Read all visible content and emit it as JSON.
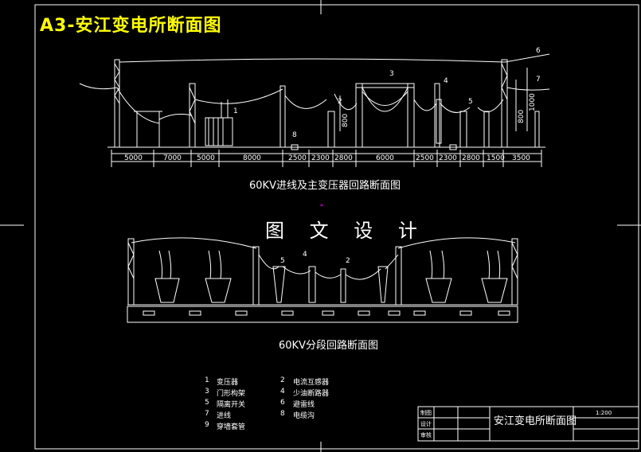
{
  "title": "A3-安江变电所断面图",
  "watermark": "图 文 设 计",
  "section1": {
    "caption": "60KV进线及主变压器回路断面图",
    "dimensions": [
      "5000",
      "7000",
      "5000",
      "8000",
      "2500",
      "2300",
      "2800",
      "6000",
      "2500",
      "2300",
      "2800",
      "1500",
      "3500"
    ],
    "heights": [
      "800",
      "800",
      "1000"
    ],
    "callouts": [
      "1",
      "2",
      "3",
      "4",
      "5",
      "6",
      "7",
      "8"
    ]
  },
  "section2": {
    "caption": "60KV分段回路断面图",
    "callouts": [
      "5",
      "4",
      "2"
    ]
  },
  "legend": [
    {
      "num": "1",
      "label": "变压器"
    },
    {
      "num": "2",
      "label": "电流互感器"
    },
    {
      "num": "3",
      "label": "门形构架"
    },
    {
      "num": "4",
      "label": "少油断路器"
    },
    {
      "num": "5",
      "label": "隔离开关"
    },
    {
      "num": "6",
      "label": "避雷线"
    },
    {
      "num": "7",
      "label": "进线"
    },
    {
      "num": "8",
      "label": "电缆沟"
    },
    {
      "num": "9",
      "label": "穿墙套管"
    }
  ],
  "title_block": {
    "name": "安江变电所断面图",
    "scale": "1:200",
    "rows": [
      "制图",
      "设计",
      "审核"
    ]
  },
  "colors": {
    "background": "#000000",
    "title": "#ffff00",
    "line": "#ffffff",
    "marker": "#ff00ff"
  }
}
